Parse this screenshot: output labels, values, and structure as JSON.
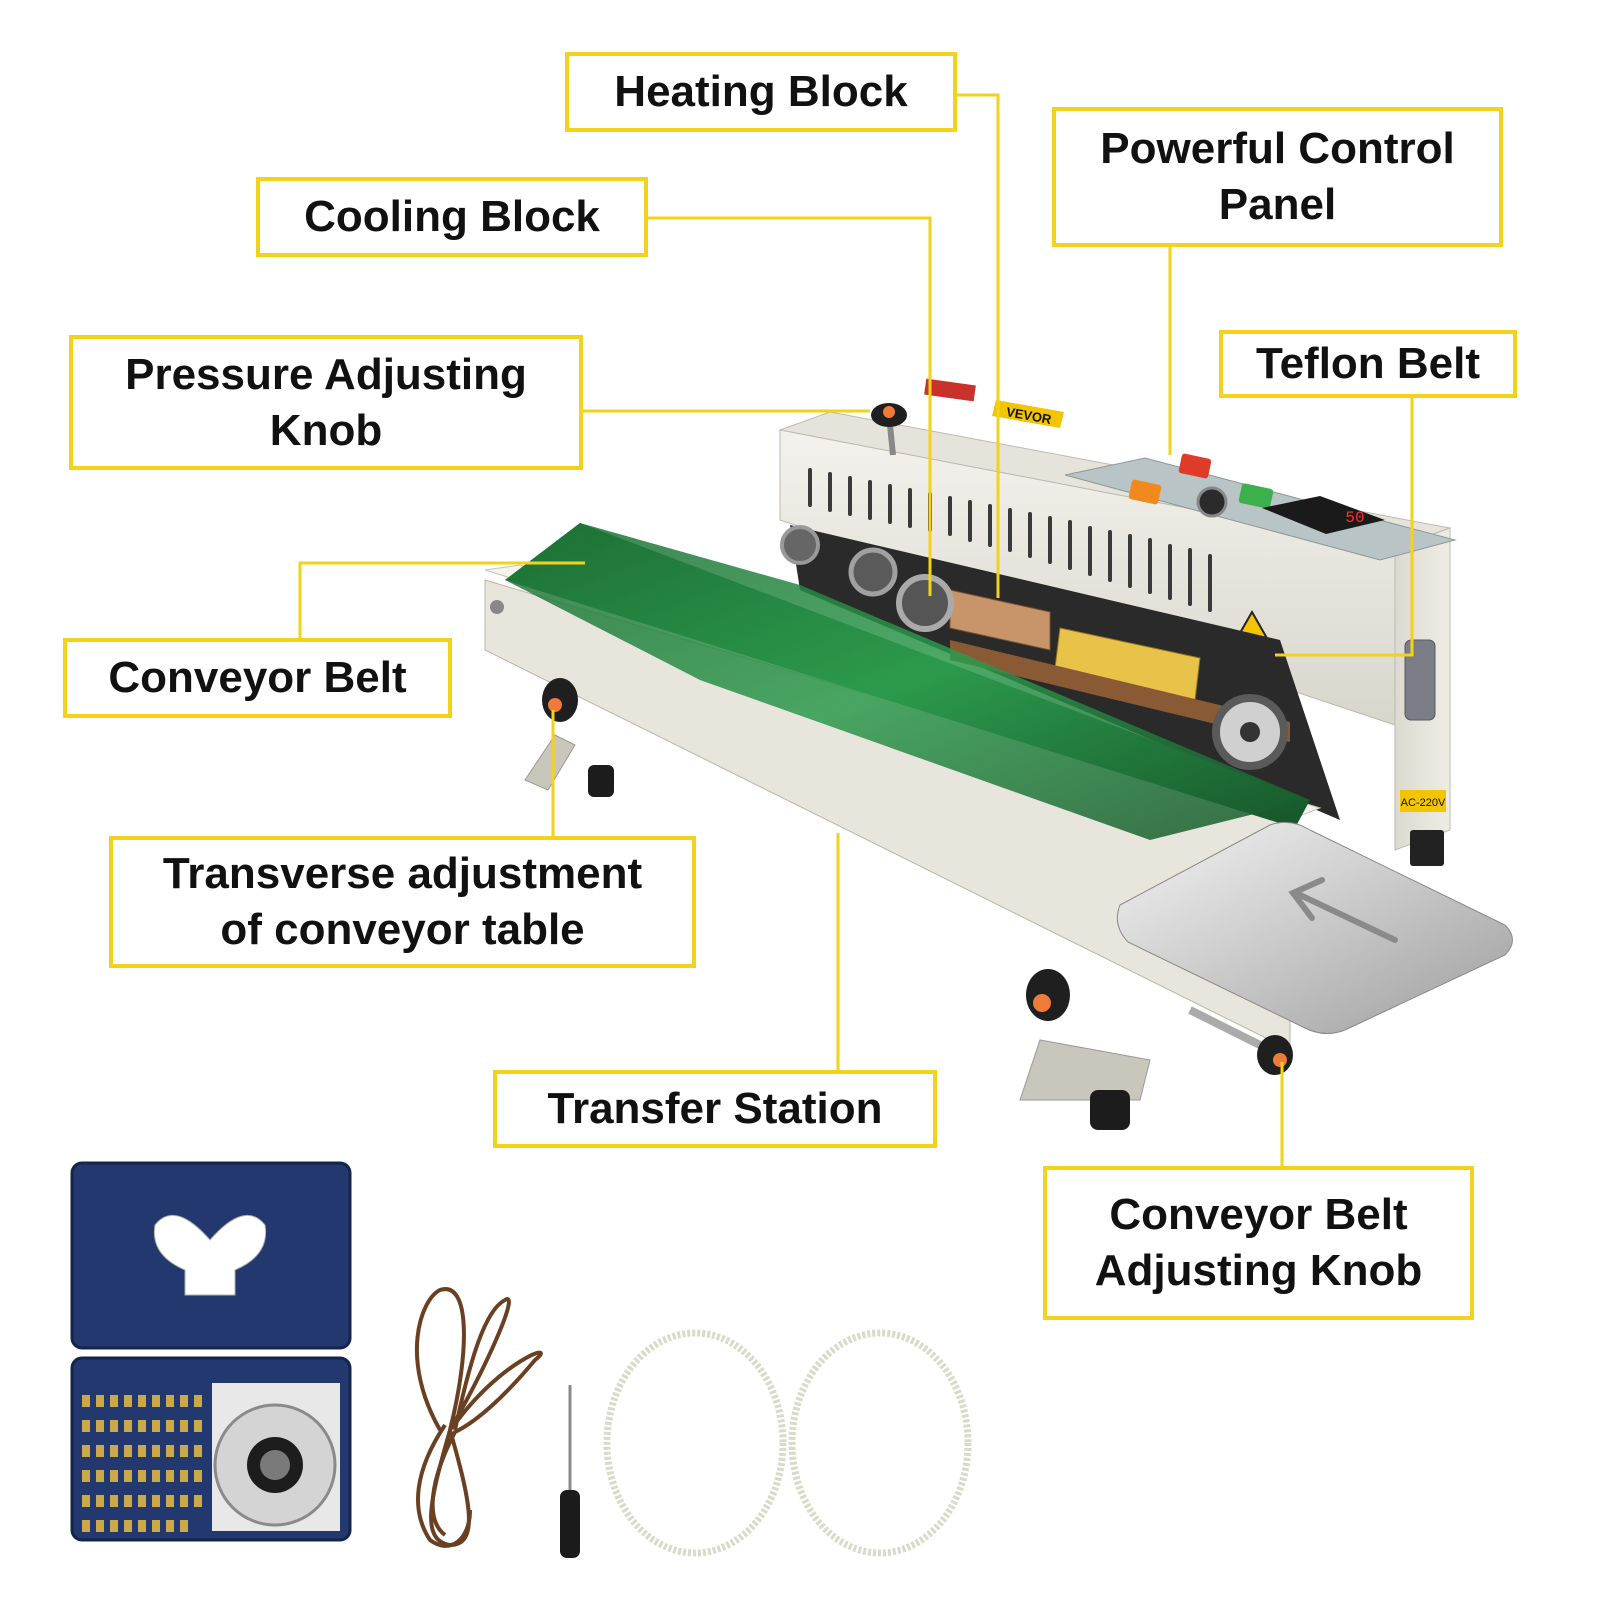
{
  "brand": {
    "logo_text": "VEVOR"
  },
  "colors": {
    "callout_border": "#f2d21b",
    "leader_line": "#f2d21b",
    "conveyor_belt": "#1f7a3a",
    "machine_body": "#ecebe3",
    "accessory_box": "#23386e"
  },
  "callouts": {
    "heating_block": "Heating Block",
    "cooling_block": "Cooling Block",
    "control_panel_line1": "Powerful Control",
    "control_panel_line2": "Panel",
    "pressure_knob_line1": "Pressure Adjusting",
    "pressure_knob_line2": "Knob",
    "teflon_belt": "Teflon Belt",
    "conveyor_belt": "Conveyor Belt",
    "transverse_line1": "Transverse adjustment",
    "transverse_line2": "of conveyor table",
    "transfer_station": "Transfer Station",
    "belt_knob_line1": "Conveyor Belt",
    "belt_knob_line2": "Adjusting Knob"
  },
  "machine": {
    "voltage_label": "AC-220V",
    "temperature_display": "50",
    "icons": [
      "pressure-knob-icon",
      "power-switch-icon",
      "heat-switch-icon",
      "speed-dial-icon",
      "temperature-controller-icon",
      "warning-label-icon",
      "power-socket-icon"
    ]
  },
  "accessories": {
    "items": [
      "character-font-box",
      "teflon-belt-roll",
      "spare-teflon-belts",
      "screwdriver",
      "spare-drive-belt",
      "spare-drive-belt"
    ]
  }
}
